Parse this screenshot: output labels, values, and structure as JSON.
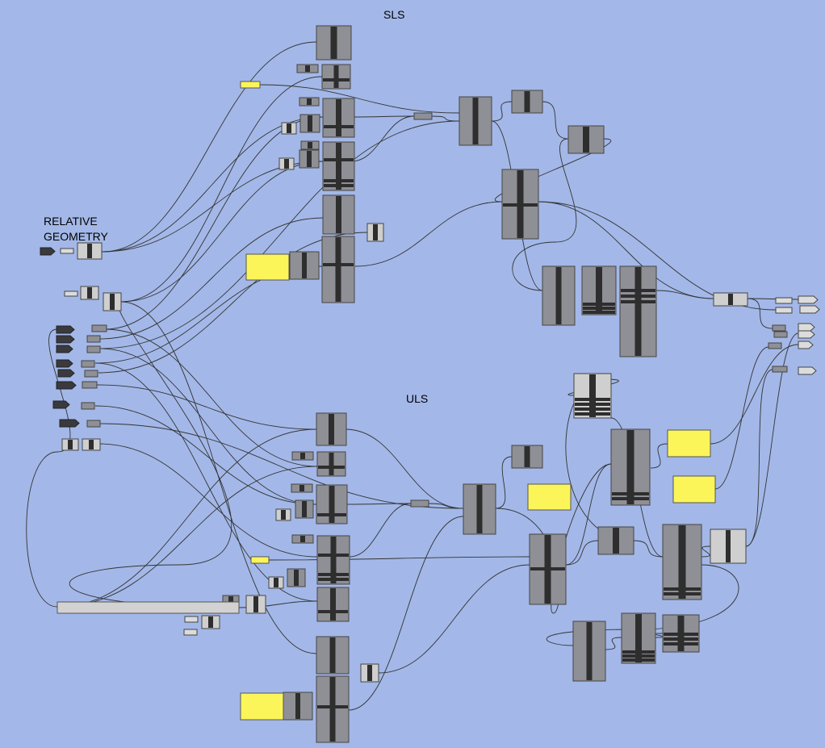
{
  "canvas": {
    "background": "#a3b8e8",
    "labels": {
      "sls": "SLS",
      "uls": "ULS",
      "relative_geometry_line1": "RELATIVE",
      "relative_geometry_line2": "GEOMETRY"
    }
  },
  "colors": {
    "component": "#8f8f96",
    "component_light": "#cfcfcf",
    "bar": "#2e2e2e",
    "wire": "#333333",
    "panel": "#fbf55a",
    "input_dark": "#3a3a3e",
    "param": "#8f8f96",
    "output": "#dcdcdc"
  }
}
